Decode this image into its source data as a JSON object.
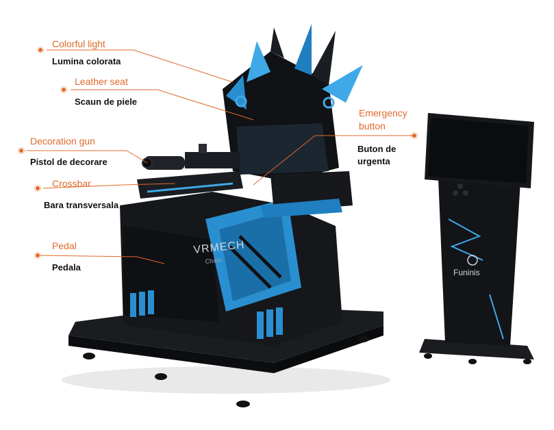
{
  "callouts": [
    {
      "en": "Colorful light",
      "ro": "Lumina colorata"
    },
    {
      "en": "Leather seat",
      "ro": "Scaun de piele"
    },
    {
      "en": "Decoration gun",
      "ro": "Pistol de decorare"
    },
    {
      "en": "Crossbar",
      "ro": "Bara transversala"
    },
    {
      "en": "Pedal",
      "ro": "Pedala"
    },
    {
      "en_line1": "Emergency",
      "en_line2": "button",
      "ro_line1": "Buton de",
      "ro_line2": "urgenta"
    }
  ],
  "machine": {
    "seat_logo": "VRMECH",
    "seat_sub": "Cham",
    "kiosk_brand": "Funinis"
  },
  "colors": {
    "accent": "#e0692a",
    "machine_body": "#121418",
    "glow": "#3fa9e8"
  }
}
